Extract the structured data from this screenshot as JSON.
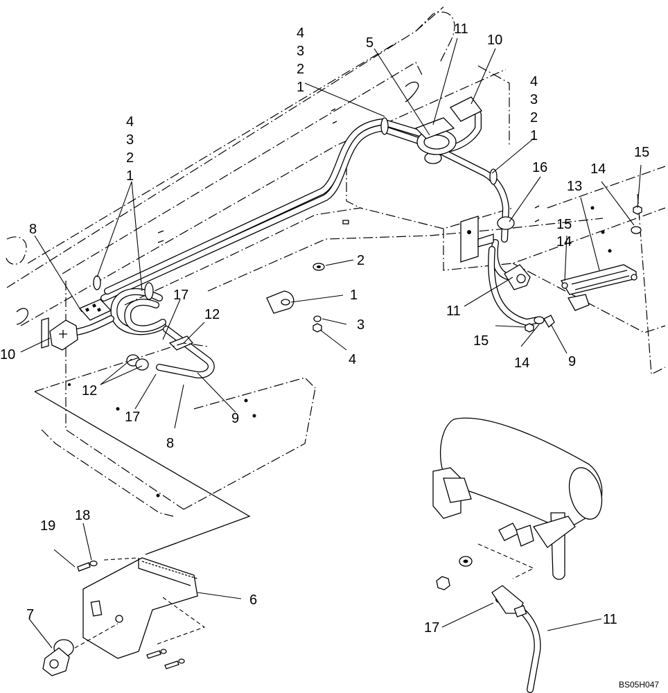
{
  "diagram": {
    "reference_code": "BS05H047",
    "callouts": [
      {
        "id": "c1",
        "text": "4"
      },
      {
        "id": "c2",
        "text": "3"
      },
      {
        "id": "c3",
        "text": "2"
      },
      {
        "id": "c4",
        "text": "1"
      },
      {
        "id": "c5",
        "text": "5"
      },
      {
        "id": "c6",
        "text": "11"
      },
      {
        "id": "c7",
        "text": "10"
      },
      {
        "id": "c8",
        "text": "4"
      },
      {
        "id": "c9",
        "text": "3"
      },
      {
        "id": "c10",
        "text": "2"
      },
      {
        "id": "c11",
        "text": "1"
      },
      {
        "id": "c12",
        "text": "4"
      },
      {
        "id": "c13",
        "text": "3"
      },
      {
        "id": "c14",
        "text": "2"
      },
      {
        "id": "c15",
        "text": "1"
      },
      {
        "id": "c16",
        "text": "16"
      },
      {
        "id": "c17",
        "text": "15"
      },
      {
        "id": "c18",
        "text": "14"
      },
      {
        "id": "c19",
        "text": "13"
      },
      {
        "id": "c20",
        "text": "15"
      },
      {
        "id": "c21",
        "text": "14"
      },
      {
        "id": "c22",
        "text": "8"
      },
      {
        "id": "c23",
        "text": "2"
      },
      {
        "id": "c24",
        "text": "1"
      },
      {
        "id": "c25",
        "text": "3"
      },
      {
        "id": "c26",
        "text": "4"
      },
      {
        "id": "c27",
        "text": "11"
      },
      {
        "id": "c28",
        "text": "15"
      },
      {
        "id": "c29",
        "text": "14"
      },
      {
        "id": "c30",
        "text": "9"
      },
      {
        "id": "c31",
        "text": "17"
      },
      {
        "id": "c32",
        "text": "12"
      },
      {
        "id": "c33",
        "text": "10"
      },
      {
        "id": "c34",
        "text": "12"
      },
      {
        "id": "c35",
        "text": "17"
      },
      {
        "id": "c36",
        "text": "9"
      },
      {
        "id": "c37",
        "text": "8"
      },
      {
        "id": "c38",
        "text": "19"
      },
      {
        "id": "c39",
        "text": "18"
      },
      {
        "id": "c40",
        "text": "6"
      },
      {
        "id": "c41",
        "text": "7"
      },
      {
        "id": "c42",
        "text": "17"
      },
      {
        "id": "c43",
        "text": "11"
      }
    ]
  }
}
